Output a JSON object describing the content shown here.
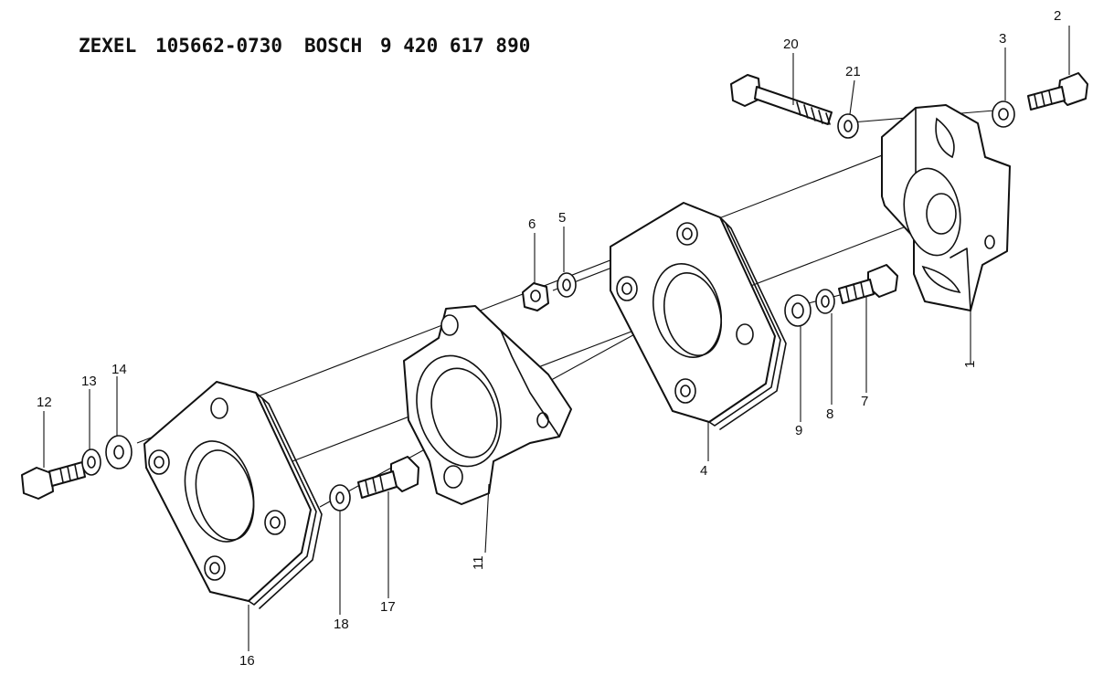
{
  "header": {
    "brand1": "ZEXEL",
    "part_number1": "105662-0730",
    "brand2": "BOSCH",
    "part_number2": "9 420 617 890"
  },
  "callouts": [
    {
      "id": "c1",
      "text": "1"
    },
    {
      "id": "c2",
      "text": "2"
    },
    {
      "id": "c3",
      "text": "3"
    },
    {
      "id": "c4",
      "text": "4"
    },
    {
      "id": "c5",
      "text": "5"
    },
    {
      "id": "c6",
      "text": "6"
    },
    {
      "id": "c7",
      "text": "7"
    },
    {
      "id": "c8",
      "text": "8"
    },
    {
      "id": "c9",
      "text": "9"
    },
    {
      "id": "c11",
      "text": "11"
    },
    {
      "id": "c12",
      "text": "12"
    },
    {
      "id": "c13",
      "text": "13"
    },
    {
      "id": "c14",
      "text": "14"
    },
    {
      "id": "c16",
      "text": "16"
    },
    {
      "id": "c17",
      "text": "17"
    },
    {
      "id": "c18",
      "text": "18"
    },
    {
      "id": "c20",
      "text": "20"
    },
    {
      "id": "c21",
      "text": "21"
    }
  ]
}
